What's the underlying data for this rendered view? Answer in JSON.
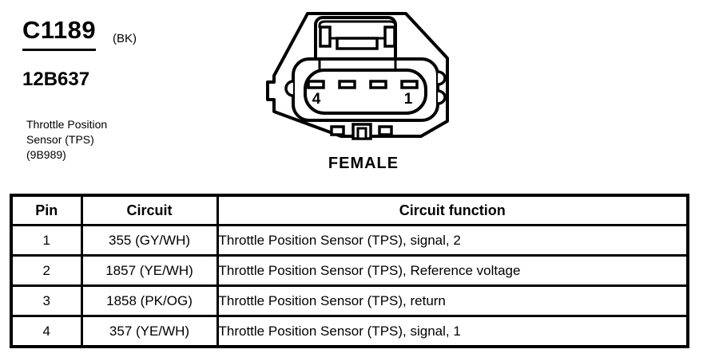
{
  "header": {
    "connector_id": "C1189",
    "connector_color_code": "(BK)",
    "part_number": "12B637",
    "component_line1": "Throttle Position",
    "component_line2": "Sensor (TPS)",
    "component_line3": "(9B989)"
  },
  "connector": {
    "gender_label": "FEMALE",
    "pin_number_left": "4",
    "pin_number_right": "1"
  },
  "pinout_table": {
    "headers": [
      "Pin",
      "Circuit",
      "Circuit function"
    ],
    "rows": [
      {
        "pin": "1",
        "circuit": "355 (GY/WH)",
        "circuit_function": "Throttle Position Sensor (TPS), signal, 2"
      },
      {
        "pin": "2",
        "circuit": "1857 (YE/WH)",
        "circuit_function": "Throttle Position Sensor (TPS), Reference voltage"
      },
      {
        "pin": "3",
        "circuit": "1858 (PK/OG)",
        "circuit_function": "Throttle Position Sensor (TPS), return"
      },
      {
        "pin": "4",
        "circuit": "357 (YE/WH)",
        "circuit_function": "Throttle Position Sensor (TPS), signal, 1"
      }
    ]
  },
  "colors": {
    "ink": "#000000",
    "paper": "#ffffff"
  }
}
